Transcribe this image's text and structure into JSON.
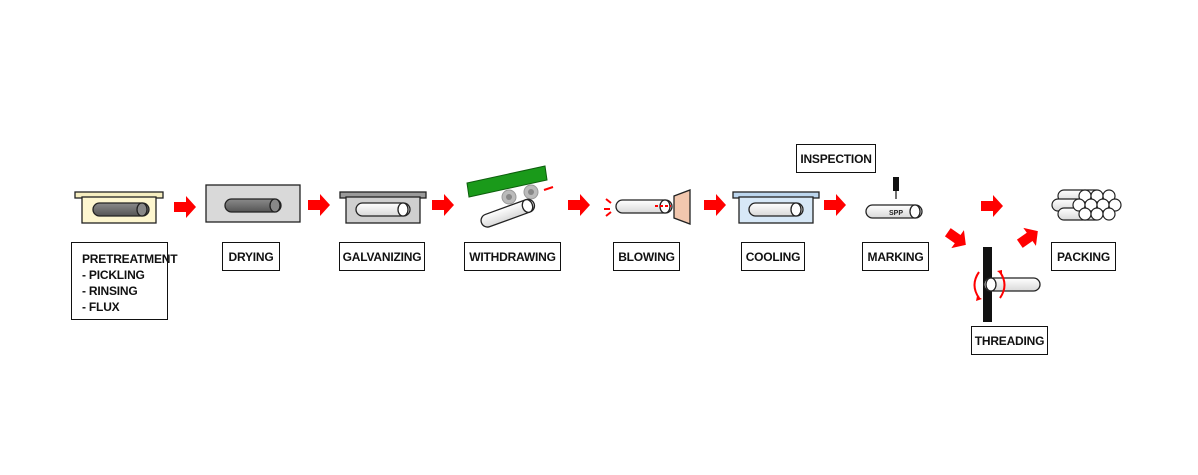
{
  "steps": {
    "pretreatment": {
      "title": "PRETREATMENT",
      "items": [
        "- PICKLING",
        "- RINSING",
        "- FLUX"
      ]
    },
    "drying": "DRYING",
    "galvanizing": "GALVANIZING",
    "withdrawing": "WITHDRAWING",
    "blowing": "BLOWING",
    "cooling": "COOLING",
    "inspection": "INSPECTION",
    "marking": "MARKING",
    "threading": "THREADING",
    "packing": "PACKING"
  },
  "pipe_stamp": "SPP",
  "colors": {
    "arrow": "#ff0000",
    "tank_pretreatment": "#fdf6cf",
    "tank_cooling": "#d7e8f7",
    "drying_oven": "#d9d9d9",
    "galvanizing_tank": "#cfcfcf",
    "withdraw_bar": "#1a9a1a",
    "blowing_nozzle": "#f2c7ae",
    "pipe_dark": "#6b6b6b",
    "pipe_light": "#f0f0f0"
  }
}
